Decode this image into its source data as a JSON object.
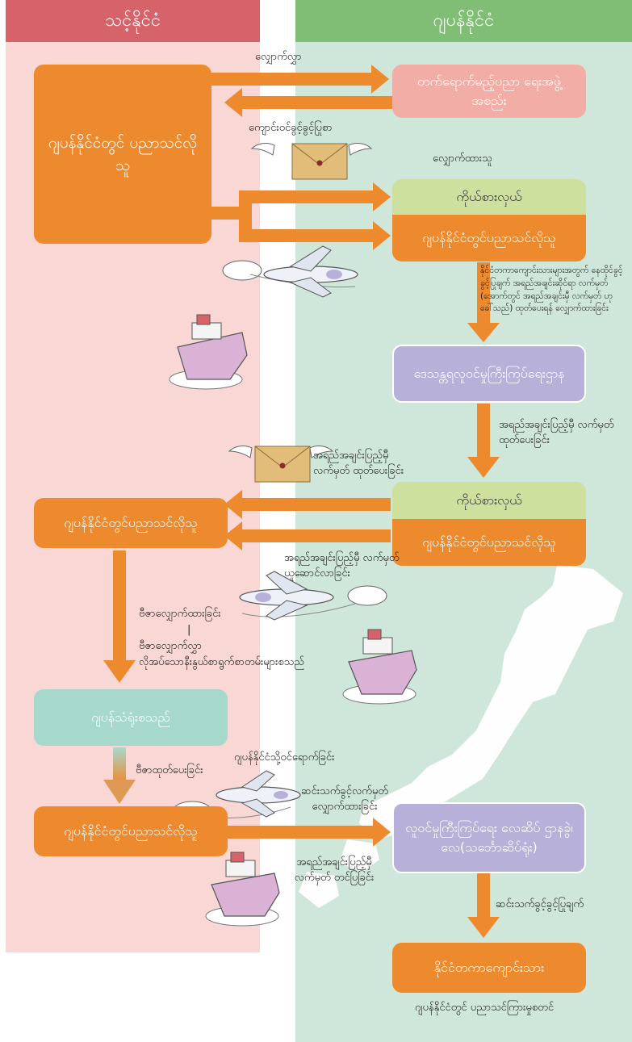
{
  "headers": {
    "left": "သင့်နိုင်ငံ",
    "right": "ဂျပန်နိုင်ငံ"
  },
  "boxes": {
    "student_start": "ဂျပန်နိုင်ငံတွင် ပညာသင်လိုသူ",
    "school": "တက်ရောက်မည့်ပညာ ရေးအဖွဲ့အစည်း",
    "agent_top": "ကိုယ်စားလှယ်",
    "student_top_right": "ဂျပန်နိုင်ငံတွင်ပညာသင်လိုသူ",
    "immigration_regional": "ဒေသန္တရလူဝင်မှုကြီးကြပ်ရေးဌာန",
    "agent_mid": "ကိုယ်စားလှယ်",
    "student_mid_right": "ဂျပန်နိုင်ငံတွင်ပညာသင်လိုသူ",
    "student_mid_left": "ဂျပန်နိုင်ငံတွင်ပညာသင်လိုသူ",
    "embassy": "ဂျပန်သံရုံးစသည်",
    "student_bottom_left": "ဂျပန်နိုင်ငံတွင်ပညာသင်လိုသူ",
    "immigration_airport": "လူဝင်မှုကြီးကြပ်ရေး လေဆိပ် ဌာနခွဲ၊လေ(သင်္ဘောဆိပ်ရုံး)",
    "intl_student": "နိုင်ငံတကာကျောင်းသား"
  },
  "labels": {
    "application": "လျှောက်လွှာ",
    "admission_permit": "ကျောင်းဝင်ခွင့်ခွင့်ပြုစာ",
    "applicant": "လျှောက်ထားသူ",
    "coe_request": "နိုင်ငံတကာကျောင်းသားများအတွက် နေထိုင်ခွင့် ခွင့်ပြုချက် အရည်အချင်းဆိုင်ရာ လက်မှတ် (အောက်တွင် အရည်အချင်းမှီ လက်မှတ် ဟု ခေါ်သည်) ထုတ်ပေးရန် လျှောက်ထားခြင်း",
    "coe_issued_right": "အရည်အချင်းပြည့်မှီ လက်မှတ် ထုတ်ပေးခြင်း",
    "coe_issued_mail": "အရည်အချင်းပြည့်မှီ လက်မှတ် ထုတ်ပေးခြင်း",
    "coe_delivery": "အရည်အချင်းပြည့်မှီ လက်မှတ် ယူဆောင်လာခြင်း",
    "visa_application": "ဗီဇာလျှောက်ထားခြင်း",
    "visa_form_divider": "|",
    "visa_application_form": "ဗီဇာလျှောက်လွှာ",
    "visa_documents": "လိုအပ်သောနီးနွယ်စာရွက်စာတမ်းများစသည်",
    "visa_issued": "ဗီဇာထုတ်ပေးခြင်း",
    "arrive_japan": "ဂျပန်နိုင်ငံသို့ဝင်ရောက်ခြင်း",
    "landing_permit_apply": "ဆင်းသက်ခွင့်လက်မှတ် လျှောက်ထားခြင်း",
    "coe_submit": "အရည်အချင်းပြည့်မှီ လက်မှတ် တင်ပြခြင်း",
    "landing_permit": "ဆင်းသက်ခွင့်ခွင့်ပြုချက်",
    "study_start": "ဂျပန်နိုင်ငံတွင် ပညာသင်ကြားမှုစတင်"
  },
  "icons": {
    "envelope": "winged-envelope-icon",
    "airplane": "airplane-icon",
    "ship": "ship-icon",
    "japan_map": "japan-map-icon"
  },
  "colors": {
    "left_header": "#d6626a",
    "right_header": "#7fbe74",
    "left_bg": "#f8d7d4",
    "right_bg": "#cfe6da",
    "orange": "#ee8a2e",
    "pink": "#f2aea6",
    "purple": "#b7b0d8",
    "teal": "#a7d8cc",
    "green": "#cde09e"
  }
}
